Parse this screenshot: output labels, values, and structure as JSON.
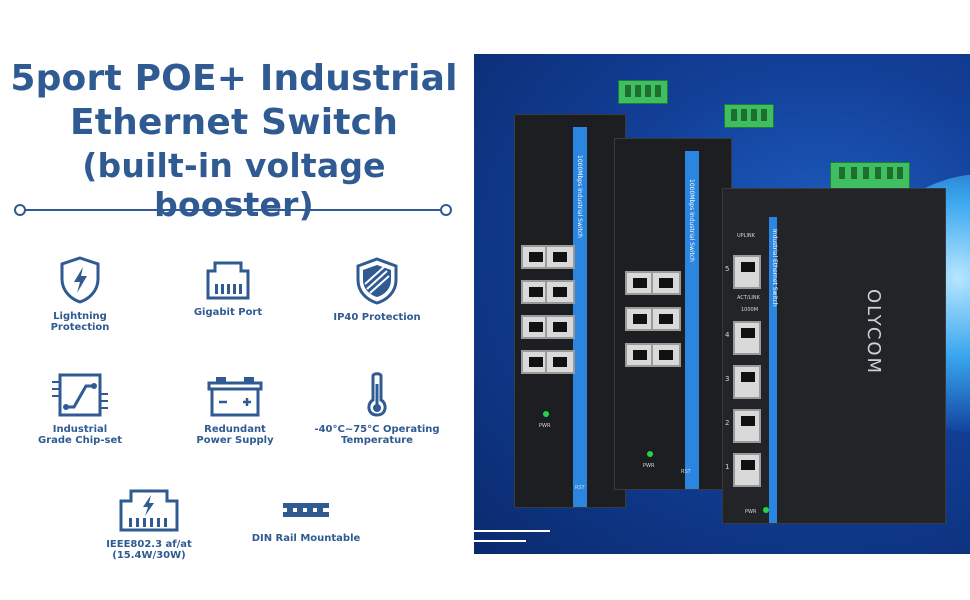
{
  "title": {
    "line1": "5port POE+ Industrial",
    "line2": "Ethernet Switch",
    "line3": "(built-in voltage booster)"
  },
  "features": [
    {
      "label": "Lightning\nProtection",
      "icon": "lightning-shield-icon"
    },
    {
      "label": "Gigabit Port",
      "icon": "ethernet-port-icon"
    },
    {
      "label": "IP40 Protection",
      "icon": "ip40-shield-icon"
    },
    {
      "label": "Industrial\nGrade Chip-set",
      "icon": "chip-circuit-icon"
    },
    {
      "label": "Redundant\nPower Supply",
      "icon": "battery-icon"
    },
    {
      "label": "-40°C~75°C Operating\nTemperature",
      "icon": "thermometer-icon"
    },
    {
      "label": "IEEE802.3 af/at (15.4W/30W)",
      "icon": "poe-port-icon"
    },
    {
      "label": "DIN Rail Mountable",
      "icon": "din-rail-icon"
    }
  ],
  "photo": {
    "switch_a_label": "1000Mbps Industrial Switch",
    "switch_b_label": "1000Mbps Industrial Switch",
    "switch_c_label": "Industrial Ethernet Switch",
    "brand": "OLYCOM",
    "uplink": "UPLINK",
    "act_link": "ACT/LINK",
    "speed": "1000M",
    "pwr": "PWR",
    "pwr_a": "PWR",
    "pwr_b": "PWR",
    "rst_a": "RST",
    "rst_b": "RST",
    "port_numbers": [
      "5",
      "4",
      "3",
      "2",
      "1"
    ]
  },
  "colors": {
    "brand_blue": "#2f5a92",
    "photo_bg": "#123f97",
    "accent_stripe": "#2a86e0",
    "terminal_green": "#3fbf61"
  }
}
